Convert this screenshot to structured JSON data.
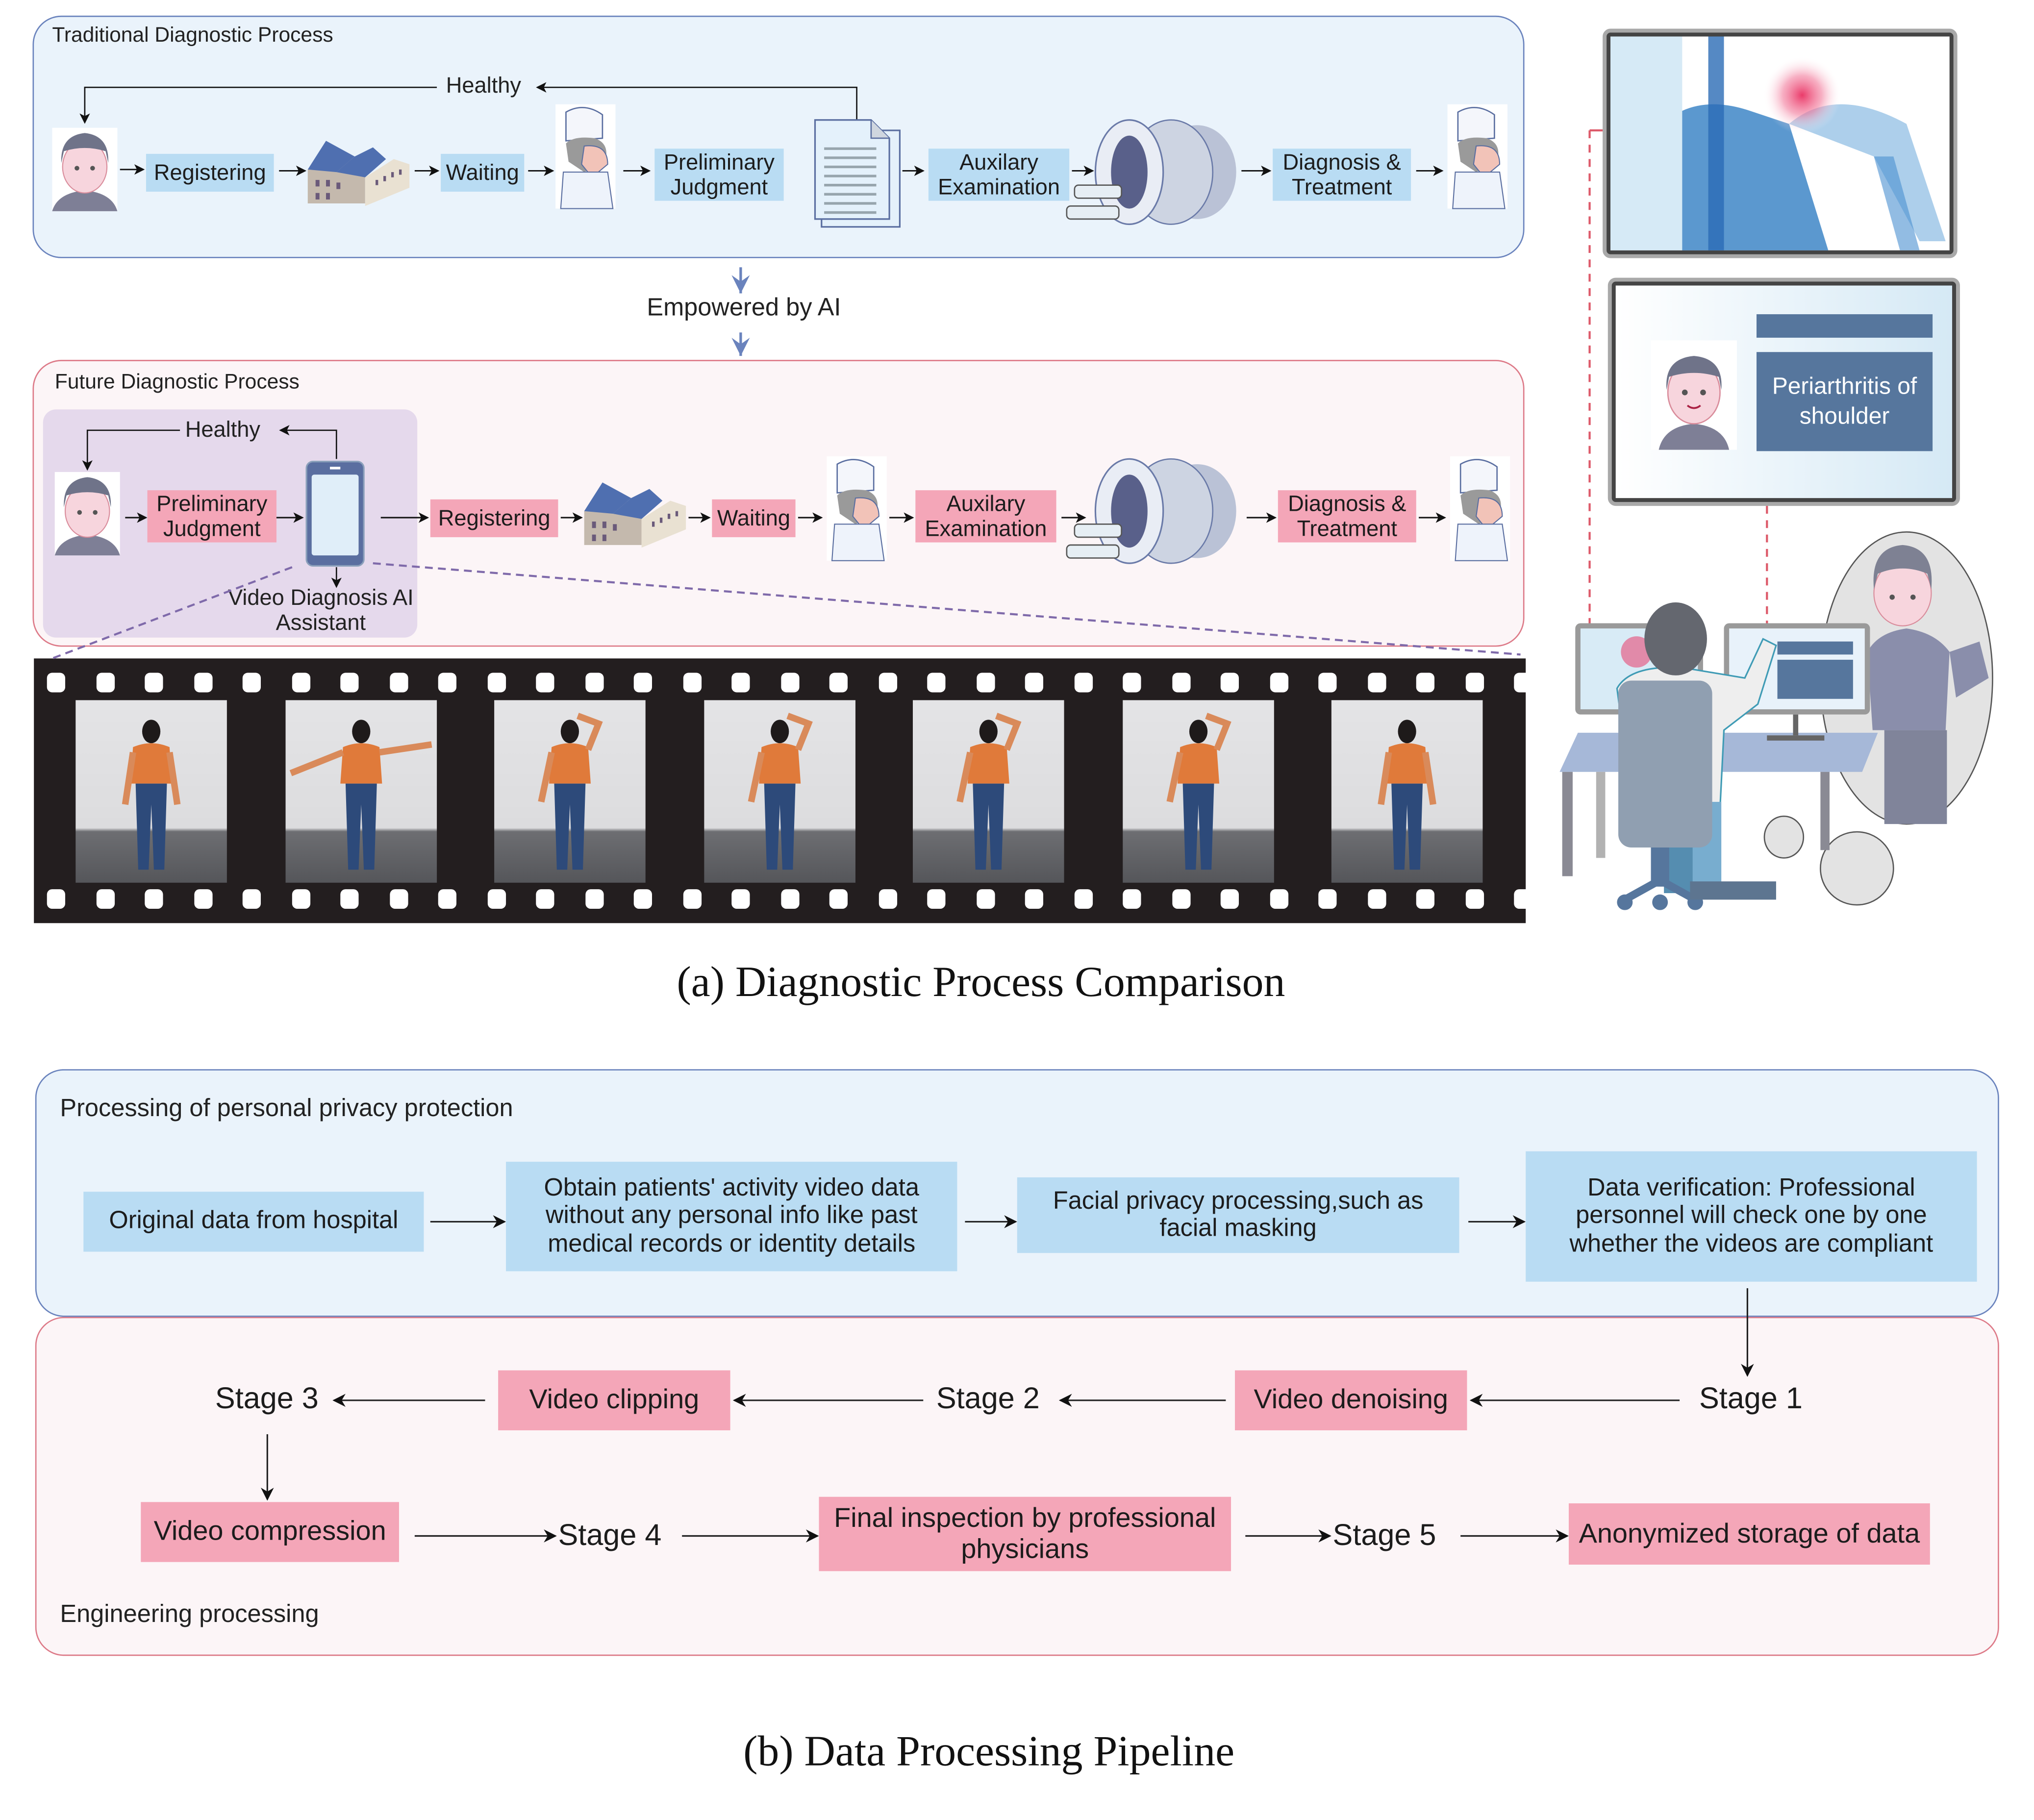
{
  "part_a": {
    "caption": "(a) Diagnostic Process Comparison",
    "traditional": {
      "title": "Traditional Diagnostic Process",
      "healthy_label": "Healthy",
      "steps": [
        "Registering",
        "Waiting",
        "Preliminary Judgment",
        "Auxilary Examination",
        "Diagnosis & Treatment"
      ]
    },
    "transition_label": "Empowered by AI",
    "future": {
      "title": "Future Diagnostic Process",
      "healthy_label": "Healthy",
      "ai_steps": [
        "Preliminary Judgment"
      ],
      "ai_label": "Video Diagnosis AI Assistant",
      "steps": [
        "Registering",
        "Waiting",
        "Auxilary Examination",
        "Diagnosis & Treatment"
      ]
    },
    "film_strip": {
      "frames": [
        "arms-at-sides",
        "arms-abducted",
        "hand-behind-head",
        "hand-behind-head-2",
        "both-hands-behind-head",
        "arm-raised",
        "arms-at-sides-end"
      ]
    },
    "doctor_panel": {
      "diagnosis_text": "Periarthritis of shoulder"
    },
    "colors": {
      "traditional_accent": "#6a83bd",
      "future_accent": "#dd7a88",
      "blue_box": "#b9dcf3",
      "pink_box": "#f4a6b8",
      "ai_zone": "#e5d9ec"
    }
  },
  "part_b": {
    "caption": "(b) Data Processing Pipeline",
    "privacy": {
      "title": "Processing of personal privacy protection",
      "steps": [
        "Original data from hospital",
        "Obtain patients' activity video data without any personal info like past medical records or identity details",
        "Facial privacy processing,such as facial masking",
        "Data verification: Professional personnel will check one by one whether the videos are compliant"
      ]
    },
    "engineering": {
      "title": "Engineering processing",
      "stages": [
        "Stage 1",
        "Stage 2",
        "Stage 3",
        "Stage 4",
        "Stage 5"
      ],
      "tasks": [
        "Video denoising",
        "Video clipping",
        "Video compression",
        "Final inspection by professional physicians",
        "Anonymized storage of data"
      ]
    }
  }
}
